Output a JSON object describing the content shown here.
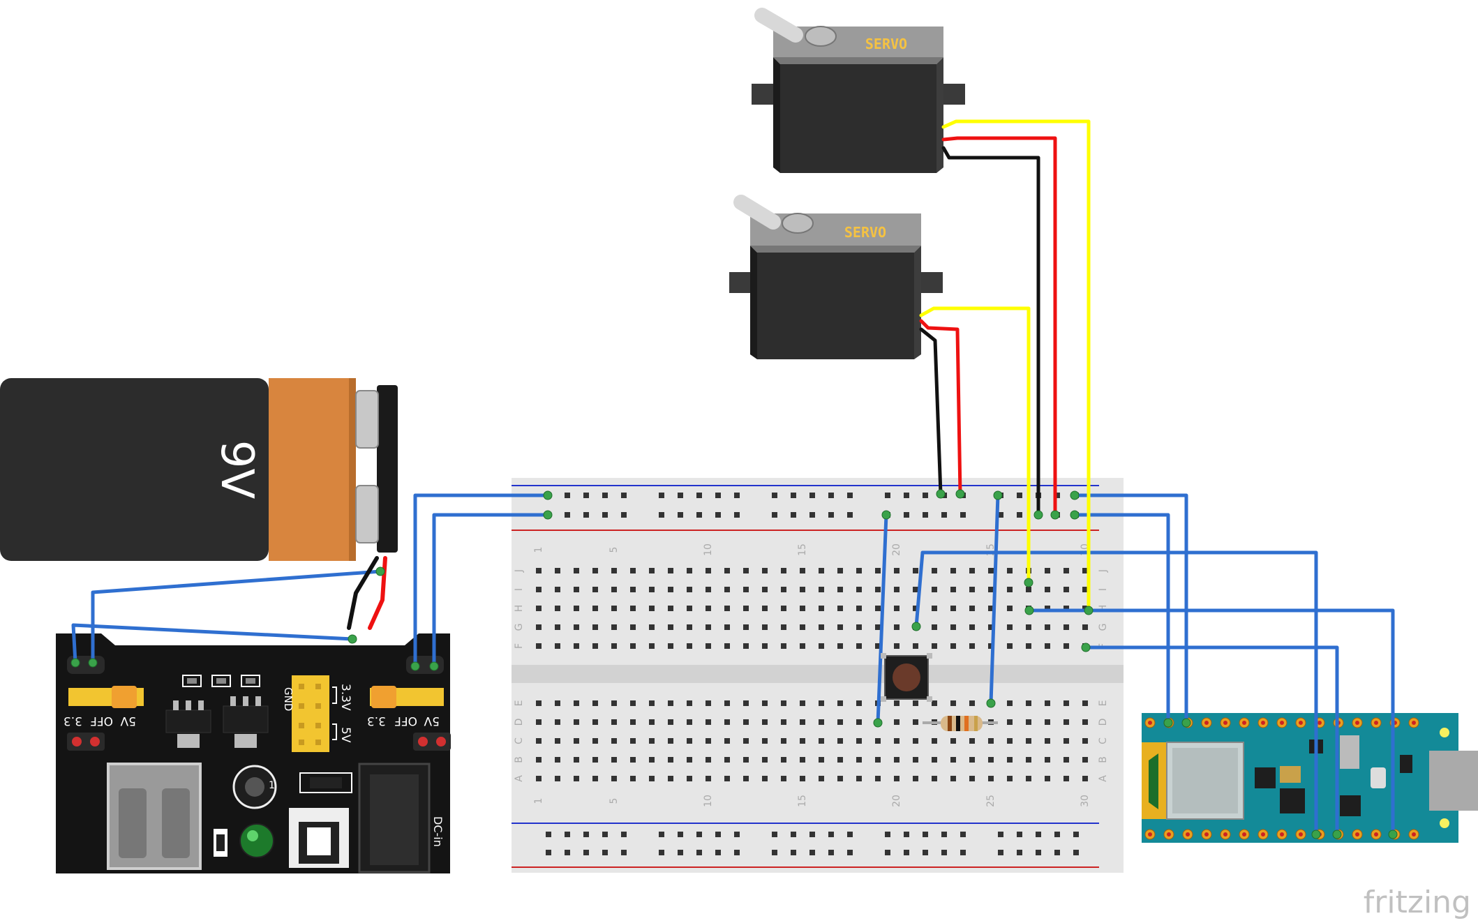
{
  "colors": {
    "wire_blue": "#2f6fd0",
    "wire_red": "#ee1111",
    "wire_black": "#111111",
    "wire_yellow": "#ffff00",
    "board_teal": "#138a98",
    "servo_body": "#2d2d2d",
    "servo_top": "#9a9a9a",
    "servo_text": "#f5c242",
    "battery_copper": "#d8853e",
    "breadboard": "#e6e6e6"
  },
  "battery": {
    "label": "9V"
  },
  "servos": [
    {
      "label": "SERVO"
    },
    {
      "label": "SERVO"
    }
  ],
  "power_module": {
    "left_jumper": {
      "opt1": "3.3",
      "opt2": "OFF",
      "opt3": "5V"
    },
    "right_jumper": {
      "opt1": "3.3",
      "opt2": "OFF",
      "opt3": "5V"
    },
    "header_3v3": "3.3V",
    "header_5v": "5V",
    "gnd": "GND",
    "dc_in": "DC-in",
    "pot_label": "1"
  },
  "breadboard": {
    "col_numbers": [
      "1",
      "5",
      "10",
      "15",
      "20",
      "25",
      "30"
    ],
    "row_letters_top": [
      "J",
      "I",
      "H",
      "G",
      "F"
    ],
    "row_letters_bottom": [
      "E",
      "D",
      "C",
      "B",
      "A"
    ]
  },
  "watermark": "fritzing",
  "icons": {
    "battery": "battery-9v-icon",
    "servo": "servo-motor-icon",
    "button": "push-button-icon",
    "resistor": "resistor-icon",
    "microcontroller": "arduino-nano-board-icon"
  }
}
